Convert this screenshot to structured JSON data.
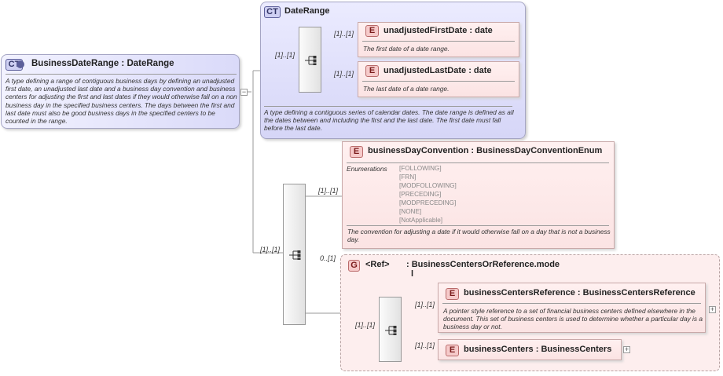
{
  "root": {
    "badge": "CT",
    "name": "BusinessDateRange",
    "type": "DateRange",
    "description": "A type defining a range of contiguous business days by defining an unadjusted first date, an unadjusted last date and a business day convention and business centers for adjusting the first and last dates if they would otherwise fall on a non business day in the specified business centers. The days between the first and last date must also be good business days in the specified centers to be counted in the range."
  },
  "base": {
    "badge": "CT",
    "name": "DateRange",
    "description": "A type defining a contiguous series of calendar dates. The date range is defined as all the dates between and including the first and the last date. The first date must fall before the last date.",
    "sequence_card": "[1]..[1]",
    "elements": [
      {
        "badge": "E",
        "name": "unadjustedFirstDate",
        "type": "date",
        "card": "[1]..[1]",
        "description": "The first date of a date range."
      },
      {
        "badge": "E",
        "name": "unadjustedLastDate",
        "type": "date",
        "card": "[1]..[1]",
        "description": "The last date of a date range."
      }
    ]
  },
  "main_sequence_card": "[1]..[1]",
  "bdc": {
    "badge": "E",
    "name": "businessDayConvention",
    "type": "BusinessDayConventionEnum",
    "card": "[1]..[1]",
    "enum_label": "Enumerations",
    "enums": [
      "[FOLLOWING]",
      "[FRN]",
      "[MODFOLLOWING]",
      "[PRECEDING]",
      "[MODPRECEDING]",
      "[NONE]",
      "[NotApplicable]"
    ],
    "description": "The convention for adjusting a date if it would otherwise fall on a day that is not a business day."
  },
  "group": {
    "badge": "G",
    "ref": "<Ref>",
    "name": "BusinessCentersOrReference.mode",
    "name_tail": "l",
    "card": "0..[1]",
    "choice_card": "[1]..[1]",
    "elements": [
      {
        "badge": "E",
        "name": "businessCentersReference",
        "type": "BusinessCentersReference",
        "card": "[1]..[1]",
        "description": "A pointer style reference to a set of financial business centers defined elsewhere in the document. This set of business centers is used to determine whether a particular day is a business day or not."
      },
      {
        "badge": "E",
        "name": "businessCenters",
        "type": "BusinessCenters",
        "card": "[1]..[1]"
      }
    ]
  },
  "colors": {
    "complex_type": "#d6d6f7",
    "element": "#fbe3e3",
    "group": "#fdeeee",
    "line": "#9a9a9a"
  },
  "icons": [
    "sequence-compositor-icon",
    "expand-plus-icon",
    "collapse-minus-icon"
  ]
}
